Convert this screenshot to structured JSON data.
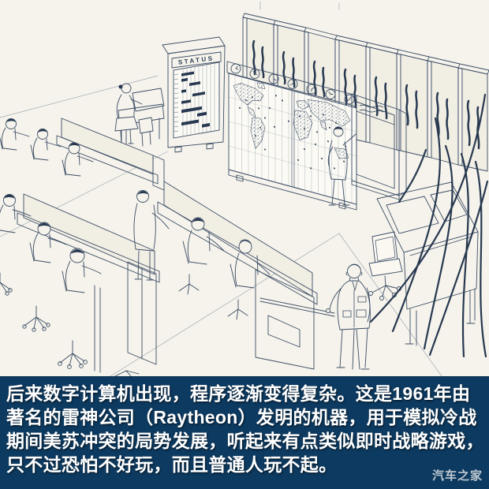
{
  "illustration": {
    "status_label": "STATUS",
    "colors": {
      "paper": "#f5f3eb",
      "ink": "#3c4d66",
      "dark_fill": "#273850",
      "caption_bg": "#0d3a60",
      "caption_text": "#ffffff",
      "watermark_text": "#c9d2d9"
    }
  },
  "caption": {
    "lines": [
      "后来数字计算机出现，程序逐渐变得复杂。这是1961年由",
      "著名的雷神公司（Raytheon）发明的机器，用于模拟冷战",
      "期间美苏冲突的局势发展，听起来有点类似即时战略游戏，",
      "只不过恐怕不好玩，而且普通人玩不起。"
    ],
    "watermark": "汽车之家"
  }
}
